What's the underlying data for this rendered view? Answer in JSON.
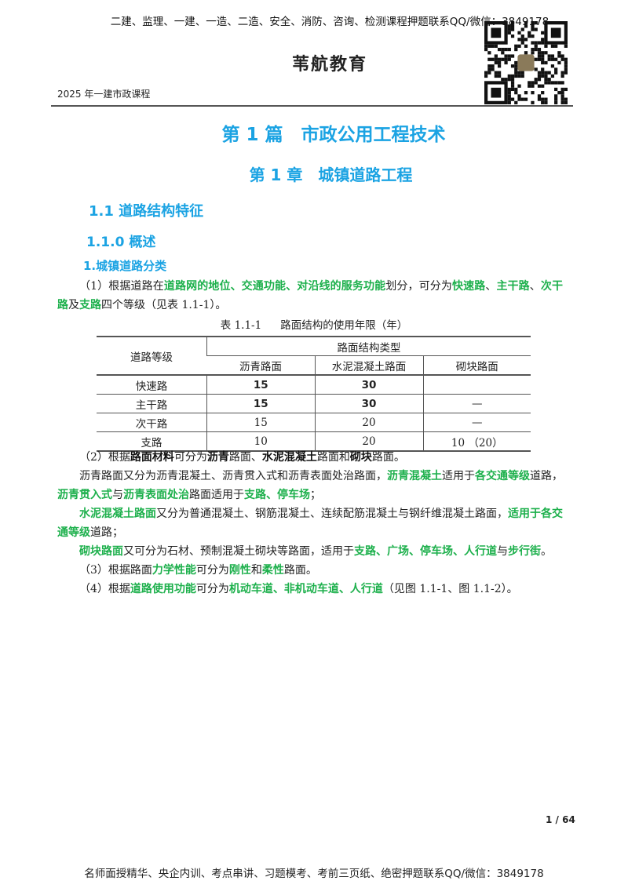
{
  "header": {
    "banner": "二建、监理、一建、一造、二造、安全、消防、咨询、检测课程押题联系QQ/微信：3849178",
    "logo": "苇航教育",
    "course": "2025 年一建市政课程",
    "qr_icon": "qr-code"
  },
  "headings": {
    "part": "第 1 篇　市政公用工程技术",
    "chapter": "第 1 章　城镇道路工程",
    "section": "1.1  道路结构特征",
    "subsection": "1.1.0  概述",
    "item": "1.城镇道路分类"
  },
  "colors": {
    "heading": "#1ba3e3",
    "highlight": "#1db04c"
  },
  "paragraphs": [
    [
      [
        "n",
        "（1）根据道路在"
      ],
      [
        "g",
        "道路网的地位、交通功能、对沿线的服务功能"
      ],
      [
        "n",
        "划分，可分为"
      ],
      [
        "g",
        "快速路"
      ],
      [
        "n",
        "、"
      ],
      [
        "g",
        "主干路"
      ],
      [
        "n",
        "、"
      ],
      [
        "g",
        "次干路"
      ],
      [
        "n",
        "及"
      ],
      [
        "g",
        "支路"
      ],
      [
        "n",
        "四个等级（见表 1.1-1）。"
      ]
    ]
  ],
  "table": {
    "caption_no": "表 1.1-1",
    "caption_title": "路面结构的使用年限（年）",
    "row_header": "道路等级",
    "group_header": "路面结构类型",
    "columns": [
      "沥青路面",
      "水泥混凝土路面",
      "砌块路面"
    ],
    "rows": [
      {
        "cells": [
          "快速路",
          "15",
          "30",
          ""
        ],
        "bold": true
      },
      {
        "cells": [
          "主干路",
          "15",
          "30",
          "—"
        ],
        "bold": true
      },
      {
        "cells": [
          "次干路",
          "15",
          "20",
          "—"
        ],
        "bold": false
      },
      {
        "cells": [
          "支路",
          "10",
          "20",
          "10 （20）"
        ],
        "bold": false
      }
    ]
  },
  "paragraphs2": [
    [
      [
        "n",
        "（2）根据"
      ],
      [
        "k",
        "路面材料"
      ],
      [
        "n",
        "可分为"
      ],
      [
        "k",
        "沥青"
      ],
      [
        "n",
        "路面、"
      ],
      [
        "k",
        "水泥混凝土"
      ],
      [
        "n",
        "路面和"
      ],
      [
        "k",
        "砌块"
      ],
      [
        "n",
        "路面。"
      ]
    ],
    [
      [
        "n",
        "沥青路面又分为沥青混凝土、沥青贯入式和沥青表面处治路面，"
      ],
      [
        "g",
        "沥青混凝土"
      ],
      [
        "n",
        "适用于"
      ],
      [
        "g",
        "各交通等级"
      ],
      [
        "n",
        "道路，"
      ],
      [
        "g",
        "沥青贯入式"
      ],
      [
        "n",
        "与"
      ],
      [
        "g",
        "沥青表面处治"
      ],
      [
        "n",
        "路面适用于"
      ],
      [
        "g",
        "支路、停车场"
      ],
      [
        "n",
        "；"
      ]
    ],
    [
      [
        "g",
        "水泥混凝土路面"
      ],
      [
        "n",
        "又分为普通混凝土、钢筋混凝土、连续配筋混凝土与钢纤维混凝土路面，"
      ],
      [
        "g",
        "适用于各交通等级"
      ],
      [
        "n",
        "道路；"
      ]
    ],
    [
      [
        "g",
        "砌块路面"
      ],
      [
        "n",
        "又可分为石材、预制混凝土砌块等路面，适用于"
      ],
      [
        "g",
        "支路、广场、停车场、人行道"
      ],
      [
        "n",
        "与"
      ],
      [
        "g",
        "步行街"
      ],
      [
        "n",
        "。"
      ]
    ],
    [
      [
        "n",
        "（3）根据路面"
      ],
      [
        "g",
        "力学性能"
      ],
      [
        "n",
        "可分为"
      ],
      [
        "g",
        "刚性"
      ],
      [
        "n",
        "和"
      ],
      [
        "g",
        "柔性"
      ],
      [
        "n",
        "路面。"
      ]
    ],
    [
      [
        "n",
        "（4）根据"
      ],
      [
        "g",
        "道路使用功能"
      ],
      [
        "n",
        "可分为"
      ],
      [
        "g",
        "机动车道、非机动车道、人行道"
      ],
      [
        "n",
        "（见图 1.1-1、图 1.1-2）。"
      ]
    ]
  ],
  "page_number": "1 / 64",
  "footer": "名师面授精华、央企内训、考点串讲、习题模考、考前三页纸、绝密押题联系QQ/微信：3849178"
}
